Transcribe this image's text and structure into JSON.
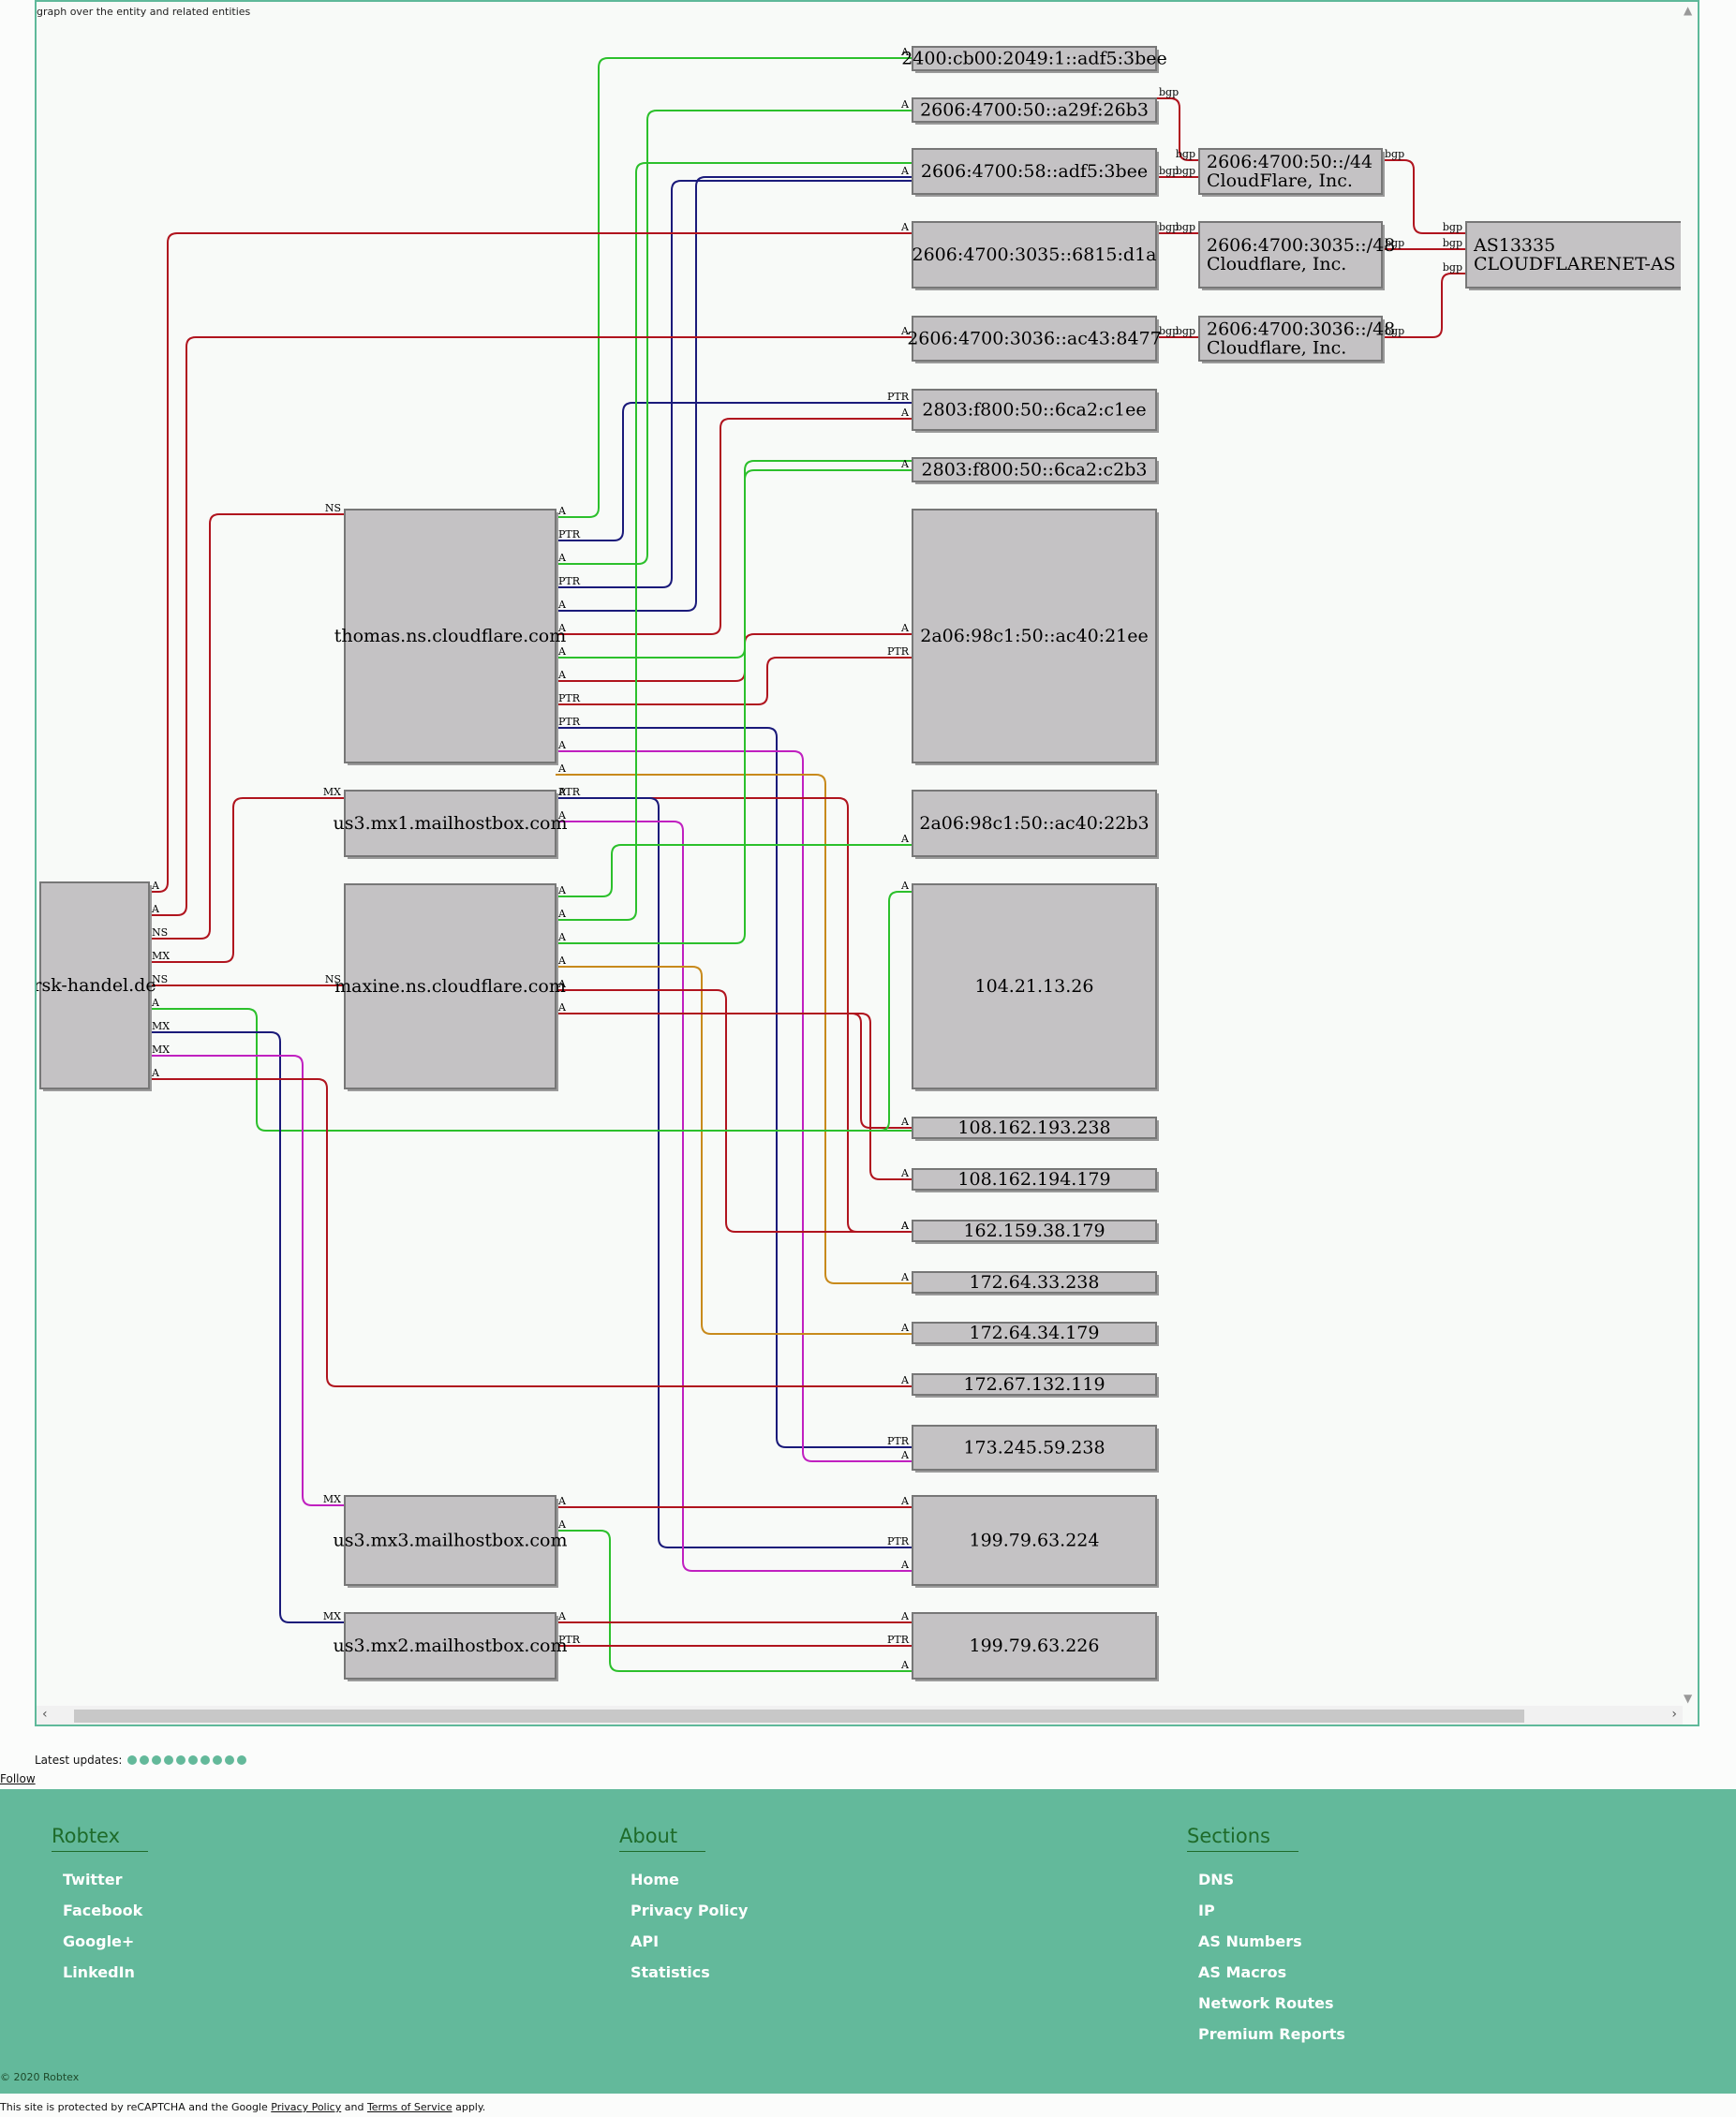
{
  "graph": {
    "title": "graph over the entity and related entities",
    "nodes": [
      {
        "id": "rsk",
        "label": "rsk-handel.de"
      },
      {
        "id": "thomas",
        "label": "thomas.ns.cloudflare.com"
      },
      {
        "id": "mx1",
        "label": "us3.mx1.mailhostbox.com"
      },
      {
        "id": "maxine",
        "label": "maxine.ns.cloudflare.com"
      },
      {
        "id": "mx3",
        "label": "us3.mx3.mailhostbox.com"
      },
      {
        "id": "mx2",
        "label": "us3.mx2.mailhostbox.com"
      },
      {
        "id": "ip6a",
        "label": "2400:cb00:2049:1::adf5:3bee"
      },
      {
        "id": "ip6b",
        "label": "2606:4700:50::a29f:26b3"
      },
      {
        "id": "ip6c",
        "label": "2606:4700:58::adf5:3bee"
      },
      {
        "id": "ip6d",
        "label": "2606:4700:3035::6815:d1a"
      },
      {
        "id": "ip6e",
        "label": "2606:4700:3036::ac43:8477"
      },
      {
        "id": "ip6f",
        "label": "2803:f800:50::6ca2:c1ee"
      },
      {
        "id": "ip6g",
        "label": "2803:f800:50::6ca2:c2b3"
      },
      {
        "id": "ip6h",
        "label": "2a06:98c1:50::ac40:21ee"
      },
      {
        "id": "ip6i",
        "label": "2a06:98c1:50::ac40:22b3"
      },
      {
        "id": "ip4a",
        "label": "104.21.13.26"
      },
      {
        "id": "ip4b",
        "label": "108.162.193.238"
      },
      {
        "id": "ip4c",
        "label": "108.162.194.179"
      },
      {
        "id": "ip4d",
        "label": "162.159.38.179"
      },
      {
        "id": "ip4e",
        "label": "172.64.33.238"
      },
      {
        "id": "ip4f",
        "label": "172.64.34.179"
      },
      {
        "id": "ip4g",
        "label": "172.67.132.119"
      },
      {
        "id": "ip4h",
        "label": "173.245.59.238"
      },
      {
        "id": "ip4i",
        "label": "199.79.63.224"
      },
      {
        "id": "ip4j",
        "label": "199.79.63.226"
      },
      {
        "id": "r1",
        "label": "2606:4700:50::/44",
        "label2": "CloudFlare, Inc."
      },
      {
        "id": "r2",
        "label": "2606:4700:3035::/48",
        "label2": "Cloudflare, Inc."
      },
      {
        "id": "r3",
        "label": "2606:4700:3036::/48",
        "label2": "Cloudflare, Inc."
      },
      {
        "id": "as",
        "label": "AS13335",
        "label2": "CLOUDFLARENET-AS Cl"
      }
    ],
    "colors": {
      "red": "#b0141e",
      "green": "#2cc02c",
      "blue": "#1a1a7a",
      "magenta": "#c020c0",
      "orange": "#c88a1c",
      "node_fill": "#c4c2c4",
      "node_border": "#777777"
    },
    "edge_labels": [
      "A",
      "PTR",
      "NS",
      "MX",
      "bgp"
    ]
  },
  "updates": {
    "label": "Latest updates:",
    "count": 10
  },
  "follow": "Follow",
  "footer": {
    "columns": [
      {
        "title": "Robtex",
        "links": [
          "Twitter",
          "Facebook",
          "Google+",
          "LinkedIn"
        ]
      },
      {
        "title": "About",
        "links": [
          "Home",
          "Privacy Policy",
          "API",
          "Statistics"
        ]
      },
      {
        "title": "Sections",
        "links": [
          "DNS",
          "IP",
          "AS Numbers",
          "AS Macros",
          "Network Routes",
          "Premium Reports"
        ]
      }
    ],
    "copyright": "© 2020 Robtex"
  },
  "recaptcha": {
    "prefix": "This site is protected by reCAPTCHA and the Google ",
    "privacy": "Privacy Policy",
    "and": " and ",
    "terms": "Terms of Service",
    "suffix": " apply."
  }
}
